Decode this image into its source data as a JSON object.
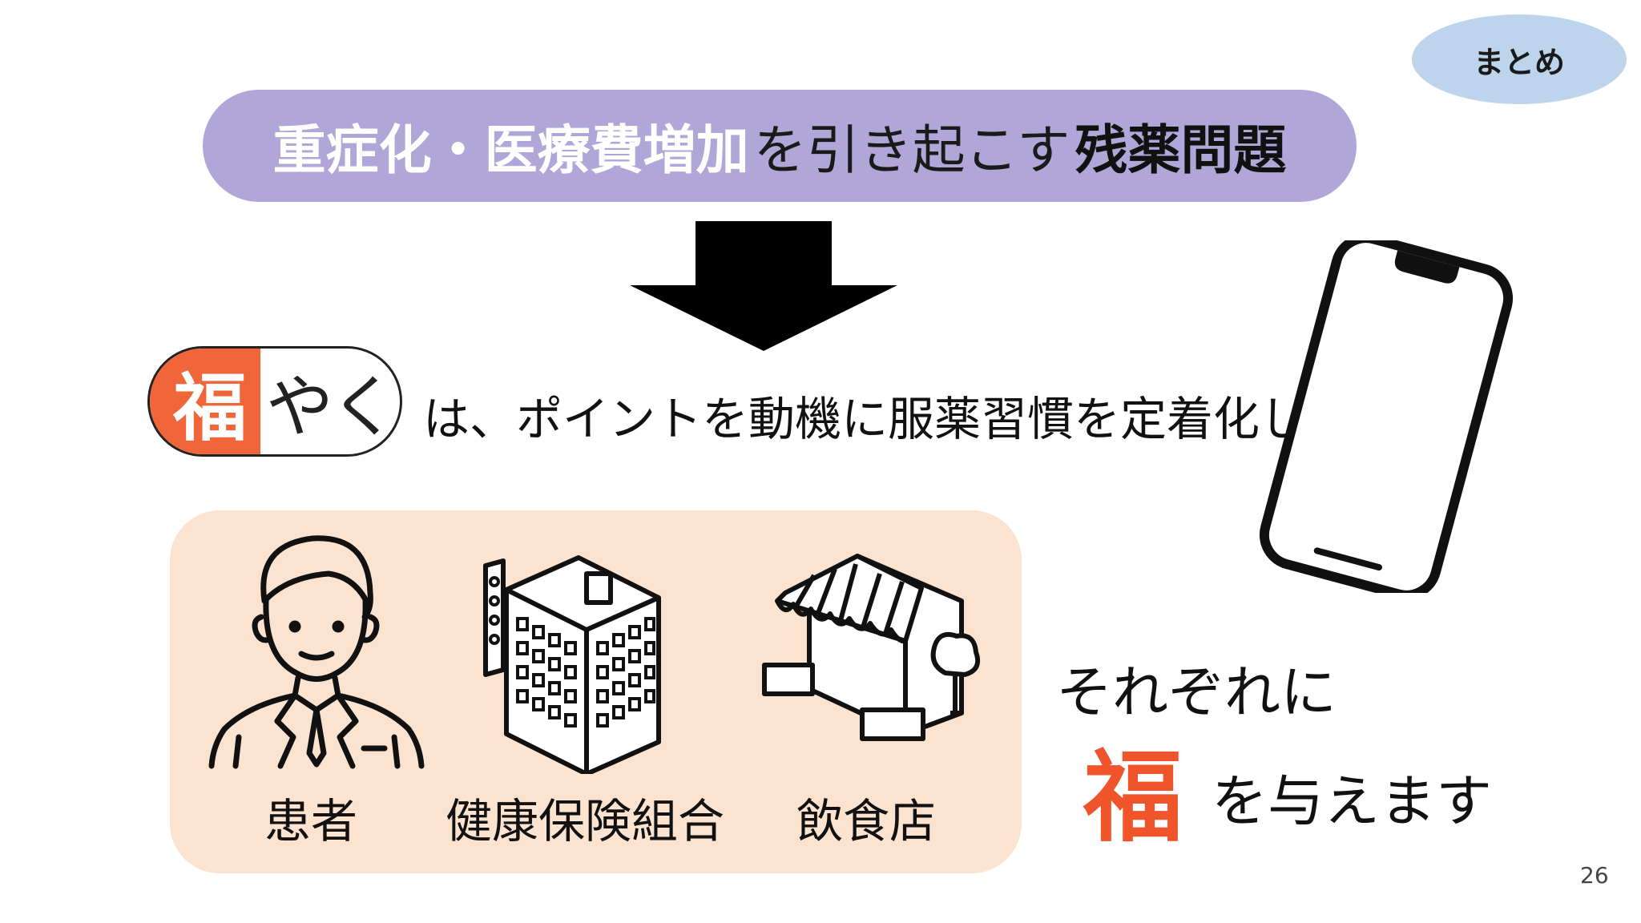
{
  "badge": {
    "label": "まとめ"
  },
  "banner": {
    "part1": "重症化・医療費増加",
    "part2": "を引き起こす",
    "part3": "残薬問題"
  },
  "arrow": {
    "icon": "down-arrow-icon"
  },
  "logo": {
    "kanji": "福",
    "kana": "やく"
  },
  "sentence": "は、ポイントを動機に服薬習慣を定着化して",
  "stakeholders": {
    "patient": "患者",
    "insurer": "健康保険組合",
    "restaurant": "飲食店"
  },
  "result": {
    "each": "それぞれに",
    "fuku": "福",
    "give": "を与えます"
  },
  "page_number": "26",
  "colors": {
    "accent_orange": "#f0653a",
    "banner_purple": "#b0a6d8",
    "badge_blue": "#bcd4ec",
    "panel_peach": "#fbe3d0"
  }
}
